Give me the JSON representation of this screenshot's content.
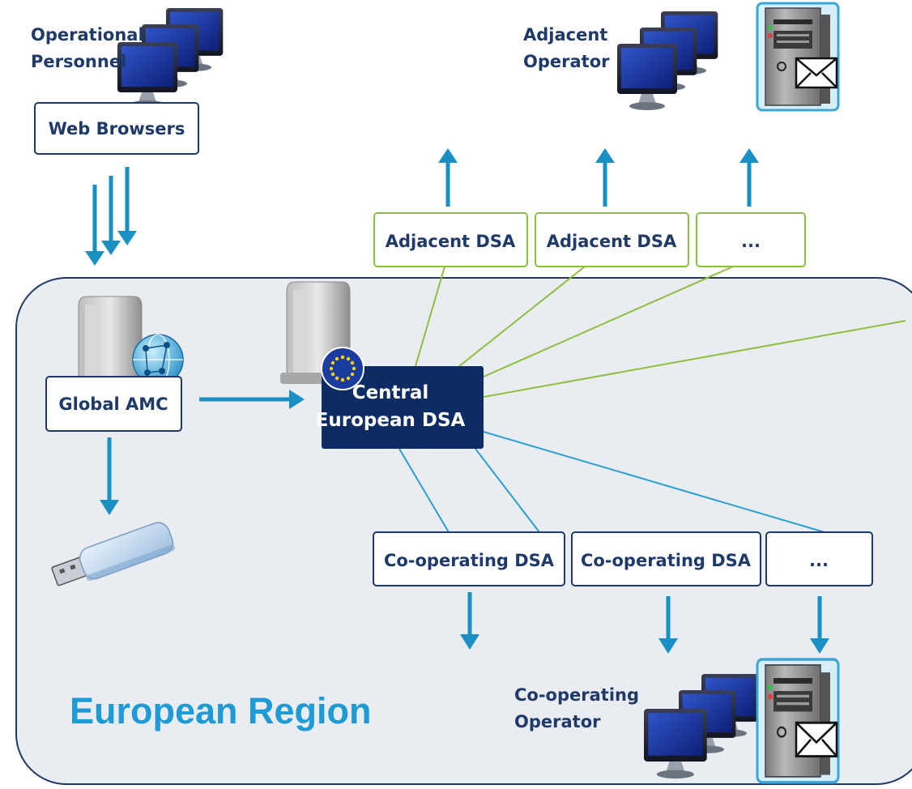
{
  "region": {
    "label": "European Region"
  },
  "operational_personnel": {
    "label_line1": "Operational",
    "label_line2": "Personnel"
  },
  "web_browsers": {
    "label": "Web Browsers"
  },
  "adjacent_operator": {
    "label_line1": "Adjacent",
    "label_line2": "Operator"
  },
  "adjacent_dsa_boxes": [
    "Adjacent DSA",
    "Adjacent DSA",
    "..."
  ],
  "global_amc": {
    "label": "Global AMC"
  },
  "central_dsa": {
    "label_line1": "Central",
    "label_line2": "European DSA"
  },
  "cooperating_dsa_boxes": [
    "Co-operating DSA",
    "Co-operating DSA",
    "..."
  ],
  "cooperating_operator": {
    "label_line1": "Co-operating",
    "label_line2": "Operator"
  },
  "colors": {
    "navy": "#1f3a68",
    "arrow_blue": "#1a8fc4",
    "green_link": "#8cbf3f",
    "blue_link": "#2a9fd0",
    "region_fill": "#e9ecf1",
    "region_text": "#1e9ad6",
    "central_fill": "#0d2c63"
  }
}
